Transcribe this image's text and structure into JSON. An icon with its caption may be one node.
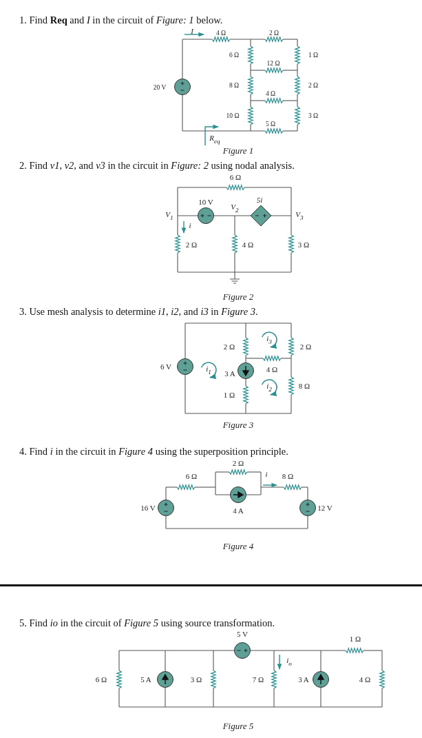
{
  "diagram": {
    "labels": [
      "1. Find **Req** and *I* in the circuit of *Figure: 1* below.",
      "I",
      "4 Ω",
      "2 Ω",
      "6 Ω",
      "1 Ω",
      "12 Ω",
      "20 V",
      "8 Ω",
      "2 Ω",
      "4 Ω",
      "10 Ω",
      "3 Ω",
      "5 Ω",
      "R$_{eq}$",
      "Figure 1",
      "2. Find *v1*, *v2*, and *v3* in the circuit in *Figure: 2* using nodal analysis.",
      "6 Ω",
      "10 V",
      "5i",
      "V$_{2}$",
      "V$_{1}$",
      "V$_{3}$",
      "i",
      "2 Ω",
      "4 Ω",
      "3 Ω",
      "Figure 2",
      "3. Use mesh analysis to determine *i1*, *i2*, and *i3* in *Figure 3*.",
      "2 Ω",
      "i$_{3}$",
      "2 Ω",
      "6 V",
      "4 Ω",
      "i$_{1}$",
      "3 A",
      "8 Ω",
      "i$_{2}$",
      "1 Ω",
      "Figure 3",
      "4. Find *i* in the circuit in *Figure 4* using the superposition principle.",
      "2 Ω",
      "6 Ω",
      "i",
      "8 Ω",
      "16 V",
      "4 A",
      "12 V",
      "Figure 4",
      "5. Find *io* in the circuit of *Figure 5* using source transformation.",
      "5 V",
      "1 Ω",
      "i$_{o}$",
      "6 Ω",
      "5 A",
      "3 Ω",
      "7 Ω",
      "3 A",
      "4 Ω",
      "Figure 5"
    ]
  }
}
